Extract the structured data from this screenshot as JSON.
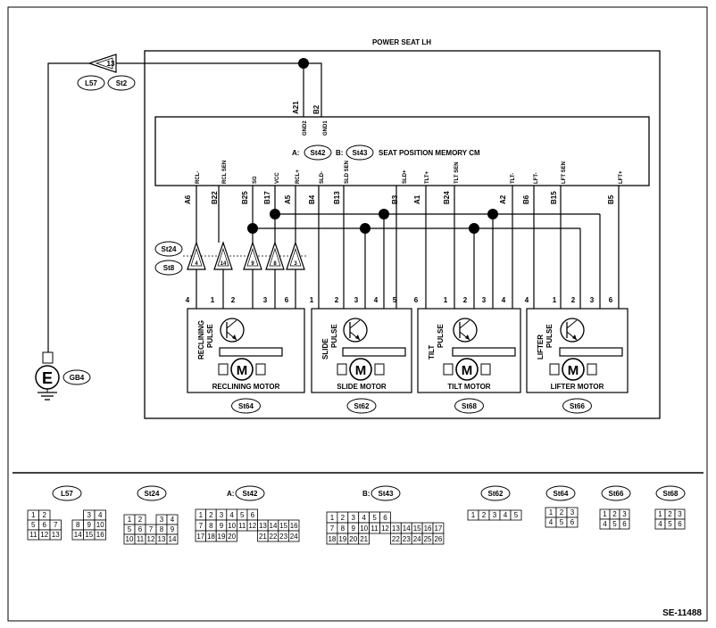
{
  "title": "POWER SEAT LH",
  "module": {
    "a_prefix": "A:",
    "a_conn": "St42",
    "b_prefix": "B:",
    "b_conn": "St43",
    "name": "SEAT POSITION MEMORY CM"
  },
  "gnd_pins": [
    {
      "code": "A21",
      "name": "GND2"
    },
    {
      "code": "B2",
      "name": "GND1"
    }
  ],
  "splice": {
    "pin": "13",
    "conns": [
      "L57",
      "St2"
    ]
  },
  "ground_symbol": "E",
  "ground_conn": "GB4",
  "signal_pins": [
    {
      "code": "A6",
      "name": "RCL-"
    },
    {
      "code": "B22",
      "name": "RCL SEN"
    },
    {
      "code": "B25",
      "name": "SG"
    },
    {
      "code": "B17",
      "name": "VCC"
    },
    {
      "code": "A5",
      "name": "RCL+"
    },
    {
      "code": "B4",
      "name": "SLD-"
    },
    {
      "code": "B13",
      "name": "SLD SEN"
    },
    {
      "code": "B3",
      "name": "SLD+"
    },
    {
      "code": "A1",
      "name": "TLT+"
    },
    {
      "code": "B24",
      "name": "TLT SEN"
    },
    {
      "code": "A2",
      "name": "TLT-"
    },
    {
      "code": "B6",
      "name": "LFT-"
    },
    {
      "code": "B15",
      "name": "LFT SEN"
    },
    {
      "code": "B5",
      "name": "LFT+"
    }
  ],
  "joint": {
    "conns": [
      "St24",
      "St8"
    ],
    "pins": [
      "4",
      "14",
      "9",
      "8",
      "3"
    ]
  },
  "motor_pins": [
    "4",
    "1",
    "2",
    "3",
    "6",
    "1",
    "2",
    "3",
    "4",
    "5",
    "6",
    "1",
    "2",
    "3",
    "4",
    "4",
    "1",
    "2",
    "3",
    "6"
  ],
  "motors": [
    {
      "name": "RECLINING MOTOR",
      "pulse": [
        "RECLINING",
        "PULSE"
      ],
      "conn": "St64",
      "symbol": "M"
    },
    {
      "name": "SLIDE MOTOR",
      "pulse": [
        "SLIDE",
        "PULSE"
      ],
      "conn": "St62",
      "symbol": "M"
    },
    {
      "name": "TILT MOTOR",
      "pulse": [
        "TILT",
        "PULSE"
      ],
      "conn": "St68",
      "symbol": "M"
    },
    {
      "name": "LIFTER MOTOR",
      "pulse": [
        "LIFTER",
        "PULSE"
      ],
      "conn": "St66",
      "symbol": "M"
    }
  ],
  "connectors": {
    "L57": {
      "label": "L57",
      "rows": [
        [
          "1",
          "2",
          "",
          "",
          "",
          "3",
          "4"
        ],
        [
          "5",
          "6",
          "7",
          "",
          "8",
          "9",
          "10"
        ],
        [
          "11",
          "12",
          "13",
          "",
          "14",
          "15",
          "16"
        ]
      ]
    },
    "St24": {
      "label": "St24",
      "rows": [
        [
          "1",
          "2",
          "",
          "3",
          "4"
        ],
        [
          "5",
          "6",
          "7",
          "8",
          "9"
        ],
        [
          "10",
          "11",
          "12",
          "13",
          "14"
        ]
      ]
    },
    "St42": {
      "prefix": "A:",
      "label": "St42",
      "rows": [
        [
          "1",
          "2",
          "3",
          "4",
          "5",
          "6"
        ],
        [
          "7",
          "8",
          "9",
          "10",
          "11",
          "12",
          "13",
          "14",
          "15",
          "16"
        ],
        [
          "17",
          "18",
          "19",
          "20",
          "",
          "",
          "21",
          "22",
          "23",
          "24"
        ]
      ]
    },
    "St43": {
      "prefix": "B:",
      "label": "St43",
      "rows": [
        [
          "1",
          "2",
          "3",
          "4",
          "5",
          "6"
        ],
        [
          "7",
          "8",
          "9",
          "10",
          "11",
          "12",
          "13",
          "14",
          "15",
          "16",
          "17"
        ],
        [
          "18",
          "19",
          "20",
          "21",
          "",
          "",
          "22",
          "23",
          "24",
          "25",
          "26"
        ]
      ]
    },
    "St62": {
      "label": "St62",
      "rows": [
        [
          "1",
          "2",
          "3",
          "4",
          "5"
        ]
      ]
    },
    "St64": {
      "label": "St64",
      "rows": [
        [
          "1",
          "2",
          "3"
        ],
        [
          "4",
          "5",
          "6"
        ]
      ]
    },
    "St66": {
      "label": "St66",
      "rows": [
        [
          "1",
          "2",
          "3"
        ],
        [
          "4",
          "5",
          "6"
        ]
      ]
    },
    "St68": {
      "label": "St68",
      "rows": [
        [
          "1",
          "2",
          "3"
        ],
        [
          "4",
          "5",
          "6"
        ]
      ]
    }
  },
  "footer_code": "SE-11488"
}
